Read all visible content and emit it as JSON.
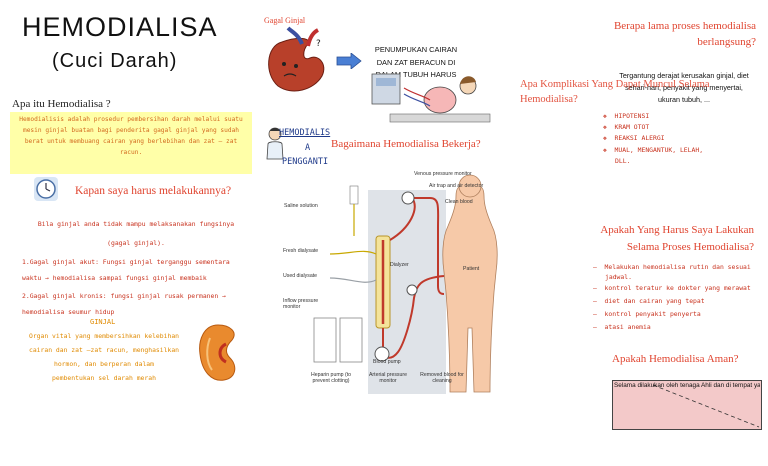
{
  "header": {
    "title": "HEMODIALISA",
    "subtitle": "(Cuci Darah)"
  },
  "intro": {
    "heading": "Apa itu Hemodialisa ?",
    "text": "Hemodialisis adalah prosedur pembersihan darah melalui suatu mesin ginjal buatan bagi penderita gagal ginjal yang sudah berat untuk membuang cairan yang berlebihan dan zat – zat racun."
  },
  "when": {
    "heading": "Kapan saya harus melakukannya?",
    "lines": [
      "Bila ginjal anda tidak mampu melaksanakan fungsinya",
      "(gagal ginjal).",
      "1.Gagal ginjal akut: Fungsi ginjal terganggu sementara",
      "waktu → hemodialisa sampai fungsi ginjal membaik",
      "2.Gagal ginjal kronis: fungsi ginjal rusak permanen →",
      "hemodialisa seumur hidup"
    ]
  },
  "ginjal": {
    "heading": "GINJAL",
    "lines": [
      "Organ vital yang membersihkan kelebihan",
      "cairan dan zat –zat racun, menghasilkan",
      "hormon, dan berperan dalam",
      "pembentukan sel darah merah"
    ]
  },
  "top_center": {
    "gagal_ginjal": "Gagal Ginjal",
    "penumpukan": "PENUMPUKAN CAIRAN DAN ZAT BERACUN DI DALAM TUBUH HARUS",
    "hemodialisa_pengganti": [
      "HEMODIALIS",
      "A",
      "PENGGANTI"
    ]
  },
  "how": {
    "heading": "Bagaimana Hemodialisa Bekerja?",
    "labels": {
      "venous_monitor": "Venous pressure monitor",
      "air_trap": "Air trap and air detector",
      "clean_blood": "Clean blood",
      "saline": "Saline solution",
      "fresh": "Fresh dialysate",
      "used": "Used dialysate",
      "inflow": "Inflow pressure monitor",
      "dialyzer": "Dialyzer",
      "patient": "Patient",
      "blood_pump": "Blood pump",
      "heparin": "Heparin pump (to prevent clotting)",
      "arterial": "Arterial pressure monitor",
      "removed": "Removed blood for cleaning"
    }
  },
  "duration": {
    "heading": "Berapa lama proses hemodialisa berlangsung?",
    "text": "Tergantung derajat kerusakan ginjal, diet sehari-hari, penyakit yang menyertai, ukuran tubuh, ..."
  },
  "complications": {
    "heading": "Apa Komplikasi Yang Dapat Muncul Selama Hemodialisa?",
    "items": [
      "HIPOTENSI",
      "KRAM OTOT",
      "REAKSI ALERGI",
      "MUAL, MENGANTUK, LELAH, DLL."
    ]
  },
  "todo": {
    "heading": "Apakah Yang Harus Saya Lakukan Selama Proses Hemodialisa?",
    "items": [
      "Melakukan hemodialisa rutin dan sesuai jadwal.",
      "kontrol teratur ke dokter yang merawat",
      "diet dan cairan yang tepat",
      "kontrol penyakit penyerta",
      "atasi anemia"
    ]
  },
  "safe": {
    "heading": "Apakah Hemodialisa Aman?",
    "text": "Selama dilakukan oleh tenaga Ahli dan di tempat yang tepat"
  },
  "colors": {
    "accent_red": "#e0442f",
    "yellow": "#ffffa8",
    "pink": "#f3c9c9"
  }
}
